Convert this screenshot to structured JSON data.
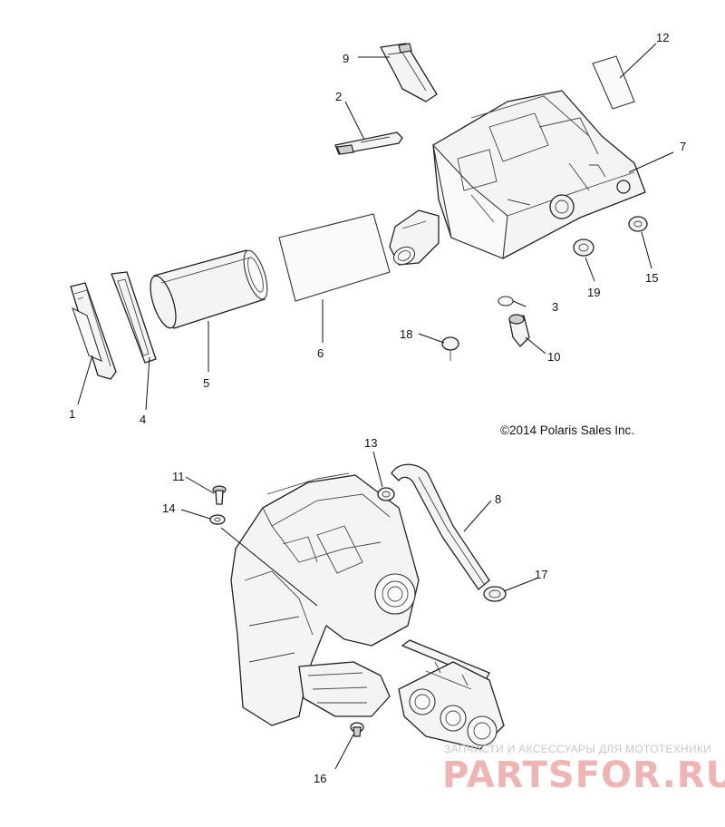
{
  "diagram": {
    "copyright": "©2014 Polaris Sales Inc.",
    "callouts": [
      {
        "id": "c1",
        "label": "1"
      },
      {
        "id": "c2",
        "label": "2"
      },
      {
        "id": "c3",
        "label": "3"
      },
      {
        "id": "c4",
        "label": "4"
      },
      {
        "id": "c5",
        "label": "5"
      },
      {
        "id": "c6",
        "label": "6"
      },
      {
        "id": "c7",
        "label": "7"
      },
      {
        "id": "c8",
        "label": "8"
      },
      {
        "id": "c9",
        "label": "9"
      },
      {
        "id": "c10",
        "label": "10"
      },
      {
        "id": "c11",
        "label": "11"
      },
      {
        "id": "c12",
        "label": "12"
      },
      {
        "id": "c13",
        "label": "13"
      },
      {
        "id": "c14",
        "label": "14"
      },
      {
        "id": "c15",
        "label": "15"
      },
      {
        "id": "c16",
        "label": "16"
      },
      {
        "id": "c17",
        "label": "17"
      },
      {
        "id": "c18",
        "label": "18"
      },
      {
        "id": "c19",
        "label": "19"
      }
    ]
  },
  "watermark": {
    "tagline": "ЗАПЧАСТИ И АКСЕССУАРЫ ДЛЯ МОТОТЕХНИКИ",
    "brand": "PARTSFOR.RU"
  }
}
